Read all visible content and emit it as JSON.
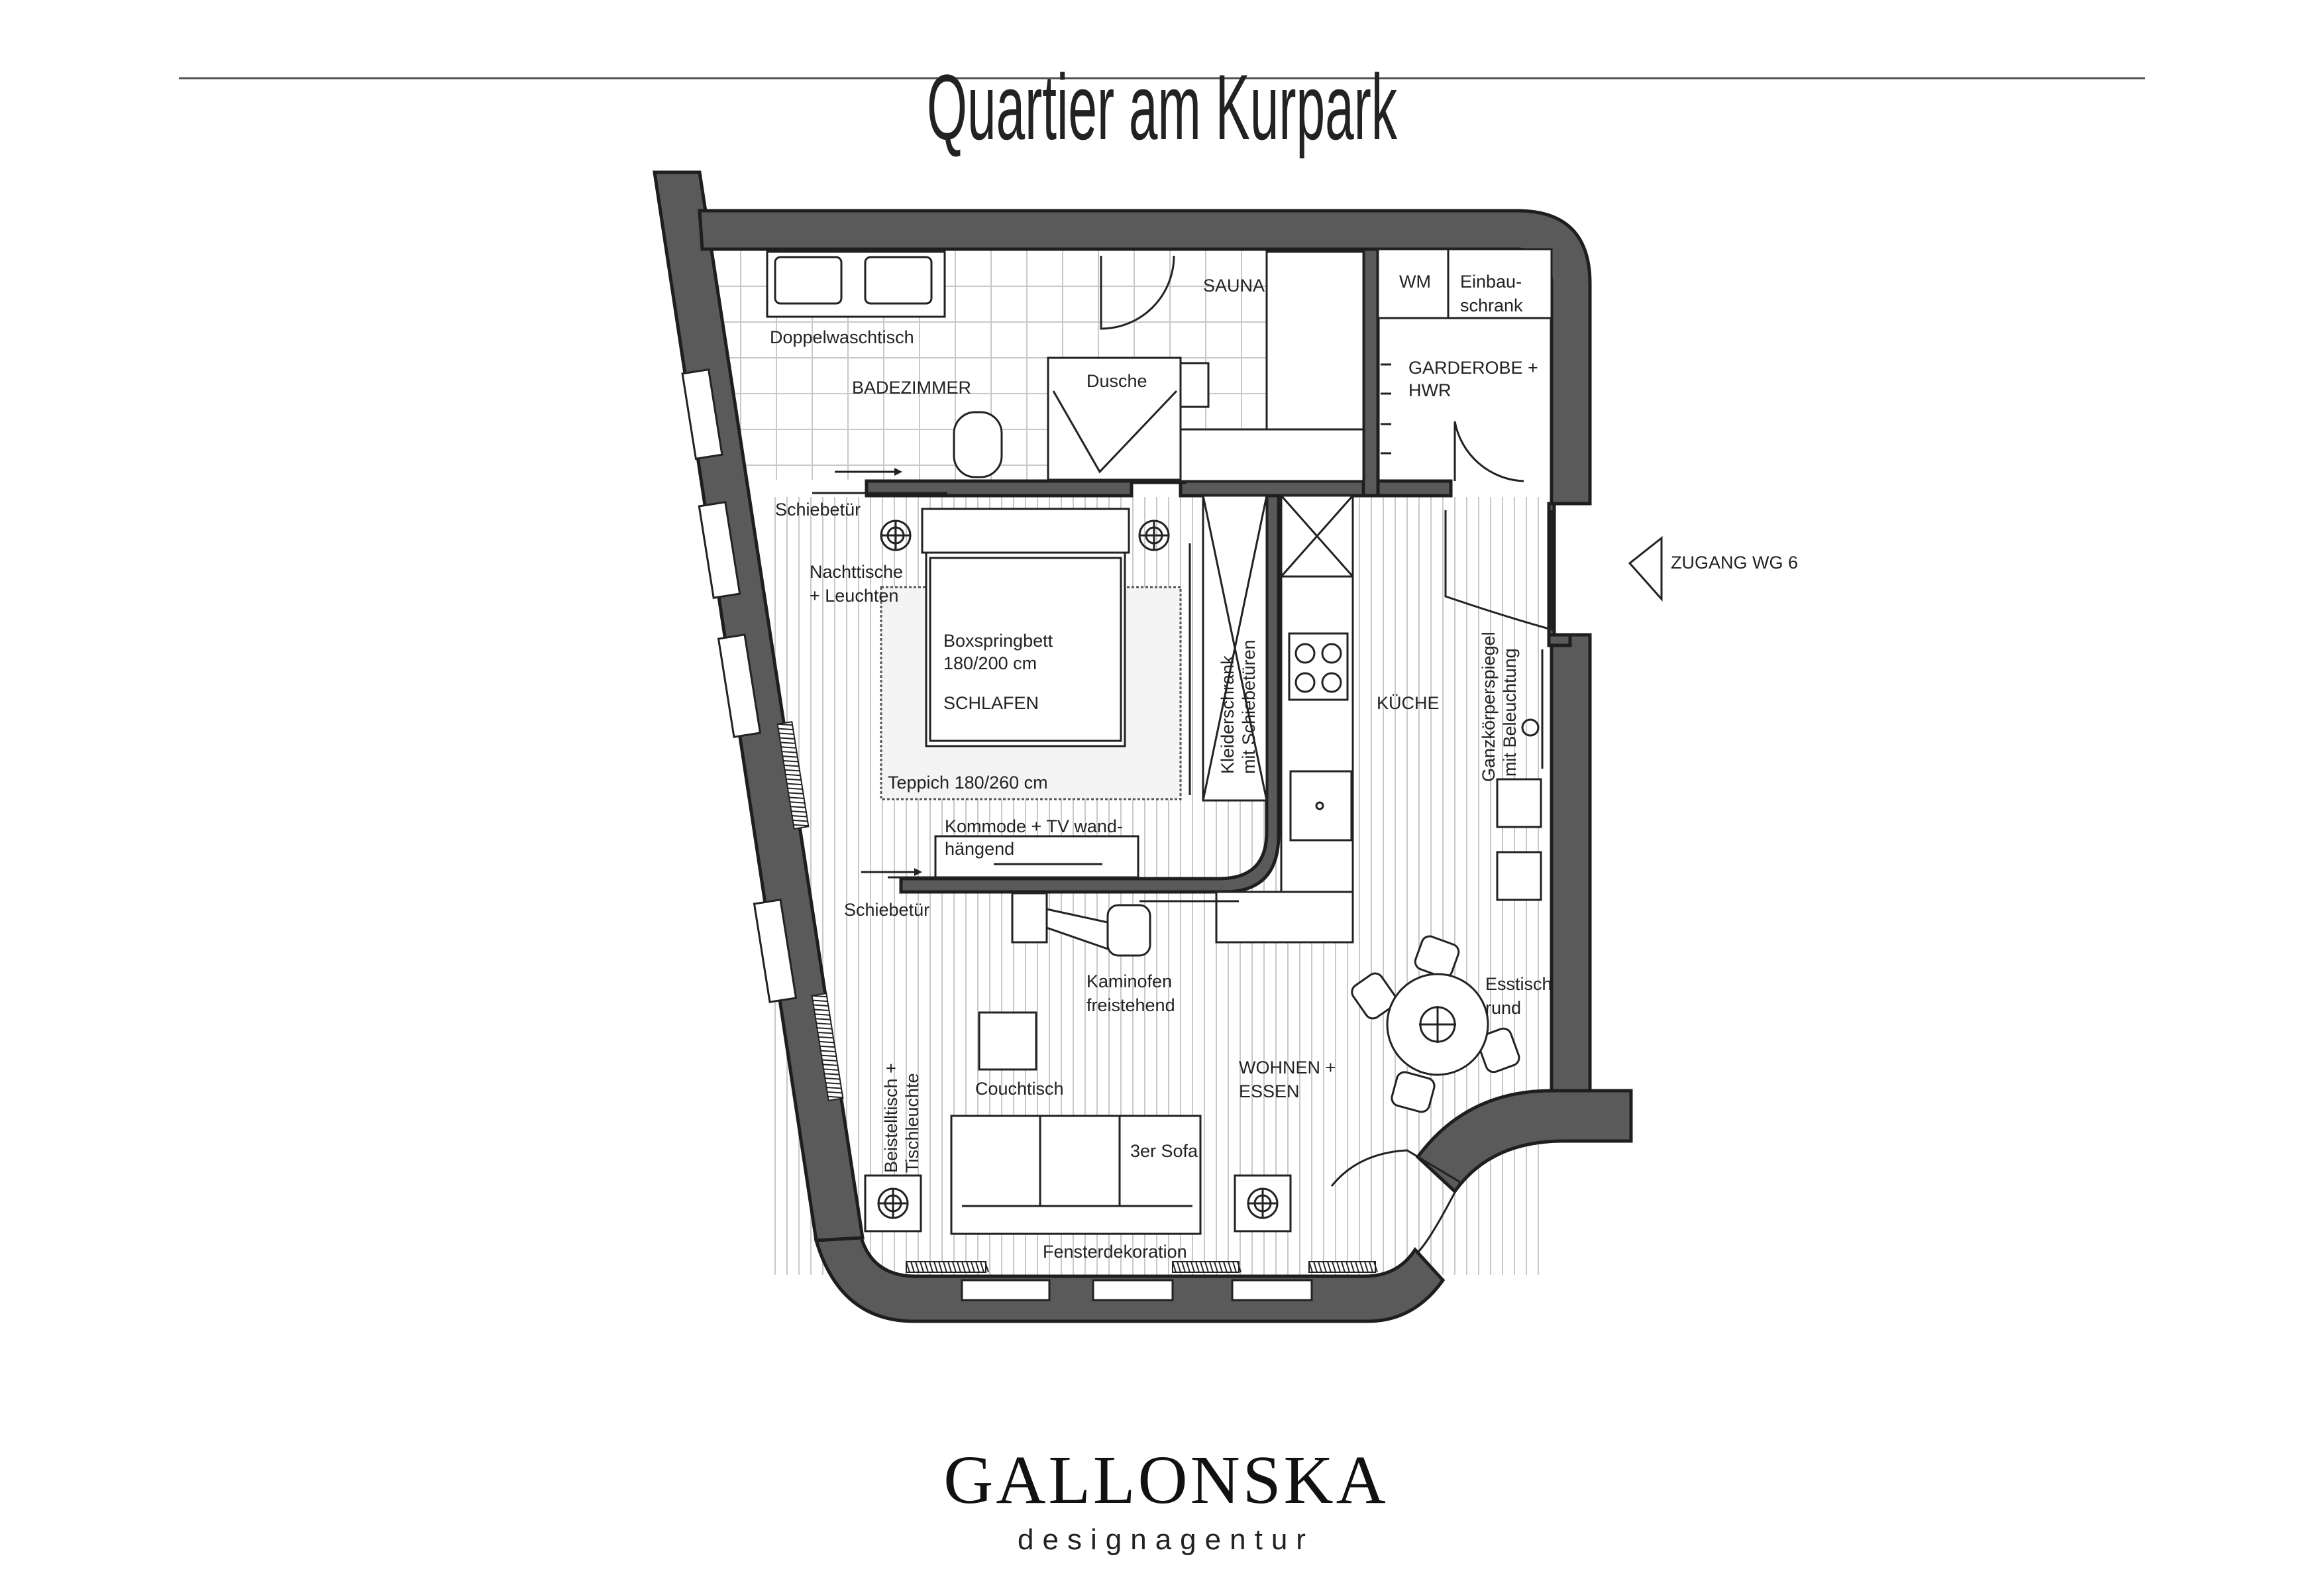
{
  "header": {
    "title": "Quartier am Kurpark"
  },
  "rooms": {
    "bath_sink": "Doppelwaschtisch",
    "bath": "BADEZIMMER",
    "shower": "Dusche",
    "sauna": "SAUNA",
    "wm": "WM",
    "builtin_1": "Einbau-",
    "builtin_2": "schrank",
    "wardrobe_1": "GARDEROBE +",
    "wardrobe_2": "HWR",
    "entrance": "ZUGANG WG 6",
    "slide_door_top": "Schiebetür",
    "nightstands_1": "Nachttische",
    "nightstands_2": "+ Leuchten",
    "bed_1": "Boxspringbett",
    "bed_2": "180/200 cm",
    "sleep": "SCHLAFEN",
    "rug": "Teppich 180/260 cm",
    "closet_1": "Kleiderschrank",
    "closet_2": "mit Schiebetüren",
    "kitchen": "KÜCHE",
    "mirror_1": "Ganzkörperspiegel",
    "mirror_2": "mit Beleuchtung",
    "dresser_1": "Kommode + TV wand-",
    "dresser_2": "hängend",
    "slide_door_bottom": "Schiebetür",
    "stove_1": "Kaminofen",
    "stove_2": "freistehend",
    "dining_1": "Esstisch",
    "dining_2": "rund",
    "side_1": "Beistelltisch +",
    "side_2": "Tischleuchte",
    "coffee": "Couchtisch",
    "living_1": "WOHNEN +",
    "living_2": "ESSEN",
    "sofa": "3er Sofa",
    "curtain": "Fensterdekoration"
  },
  "brand": {
    "name": "GALLONSKA",
    "sub": "designagentur"
  }
}
